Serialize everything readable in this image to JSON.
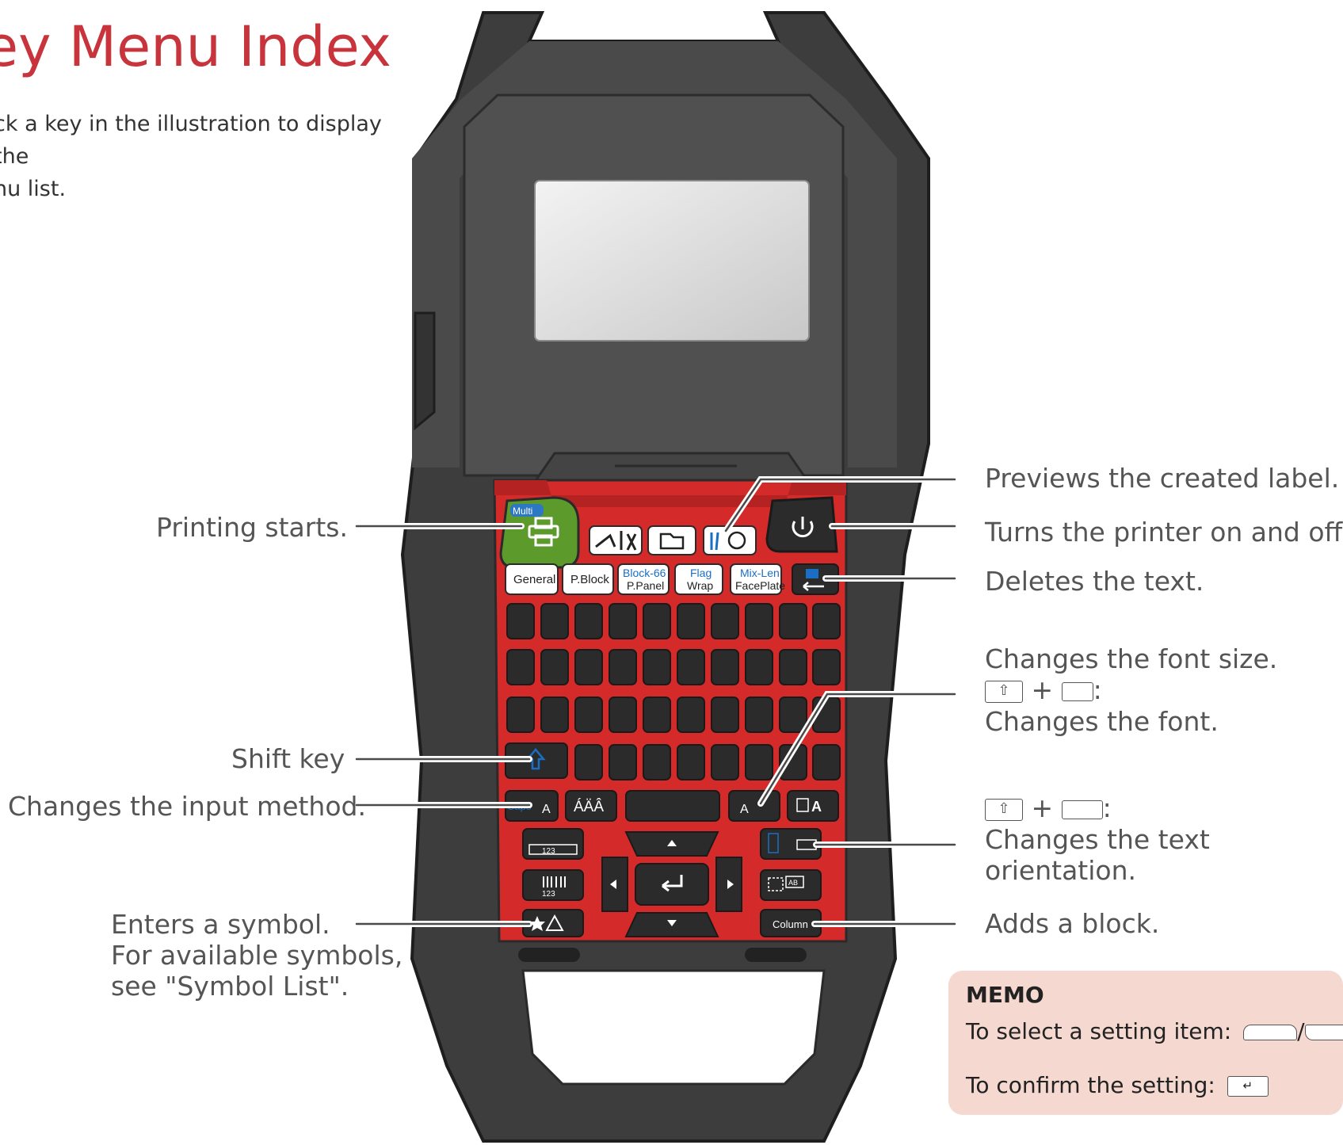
{
  "header": {
    "title": "ey Menu Index",
    "intro_line1": "ck a key in the illustration to display the",
    "intro_line2": "nu list."
  },
  "callouts": {
    "printing_starts": "Printing starts.",
    "shift_key": "Shift key",
    "input_method": "Changes the input method.",
    "symbol_line1": "Enters a symbol.",
    "symbol_line2": "For available symbols,",
    "symbol_line3": "see \"Symbol List\".",
    "preview": "Previews the created label.",
    "power": "Turns the printer on and off.",
    "delete": "Deletes the text.",
    "font_size": "Changes the font size.",
    "plus": "+",
    "colon": ":",
    "font": "Changes the font.",
    "orientation_line1": "Changes the text",
    "orientation_line2": "orientation.",
    "add_block": "Adds a block."
  },
  "memo": {
    "title": "MEMO",
    "select_label": "To select a setting item:",
    "slash": "/",
    "confirm_label": "To confirm the setting:"
  },
  "keys": {
    "multi": "Multi",
    "general": "General",
    "pblock": "P.Block",
    "block66_line1": "Block-66",
    "block66_line2": "P.Panel",
    "flag_line1": "Flag",
    "flag_line2": "Wrap",
    "mixlen_line1": "Mix-Len",
    "mixlen_line2": "FacePlate",
    "caps": "Caps",
    "accents": "ÁÄÂ",
    "serial": "123",
    "barcode_num": "123",
    "column": "Column",
    "block_ab": "AB",
    "font_a": "A"
  },
  "colors": {
    "title_red": "#c8343c",
    "body_dark": "#3a3a3a",
    "body_mid": "#4a4a4a",
    "keypad_red": "#d42a2a",
    "print_green": "#5c9a2c",
    "key_blue": "#1a6fc4",
    "memo_bg": "#f5d9d0"
  }
}
